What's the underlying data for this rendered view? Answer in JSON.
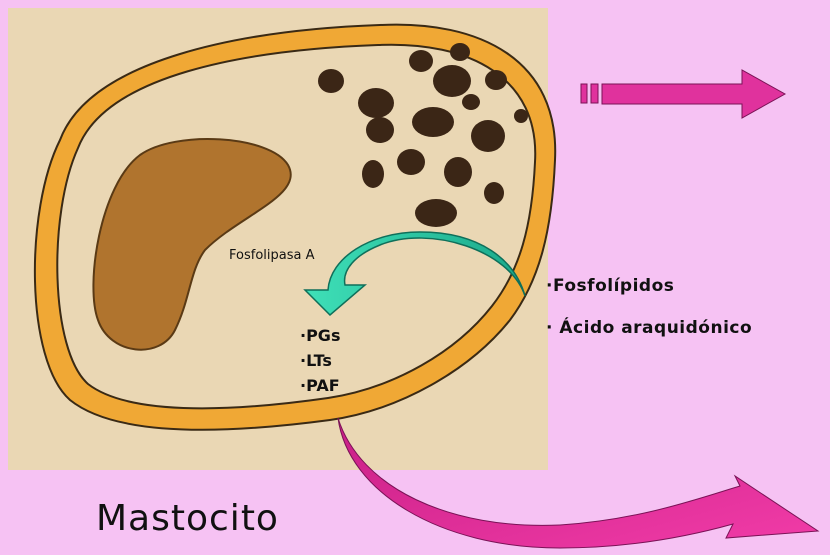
{
  "enzyme_label": "Fosfolipasa A",
  "substrates": [
    "·Fosfolípidos",
    "· Ácido araquidónico"
  ],
  "products": [
    "·PGs",
    "·LTs",
    "·PAF"
  ],
  "title": "Mastocito",
  "colors": {
    "background": "#f6c2f3",
    "panel": "#ead7b4",
    "membrane": "#f0a835",
    "nucleus": "#b0742e",
    "granule": "#3b2616",
    "enzyme_arrow": "#2fcfa6",
    "release_arrow": "#e0329d"
  }
}
